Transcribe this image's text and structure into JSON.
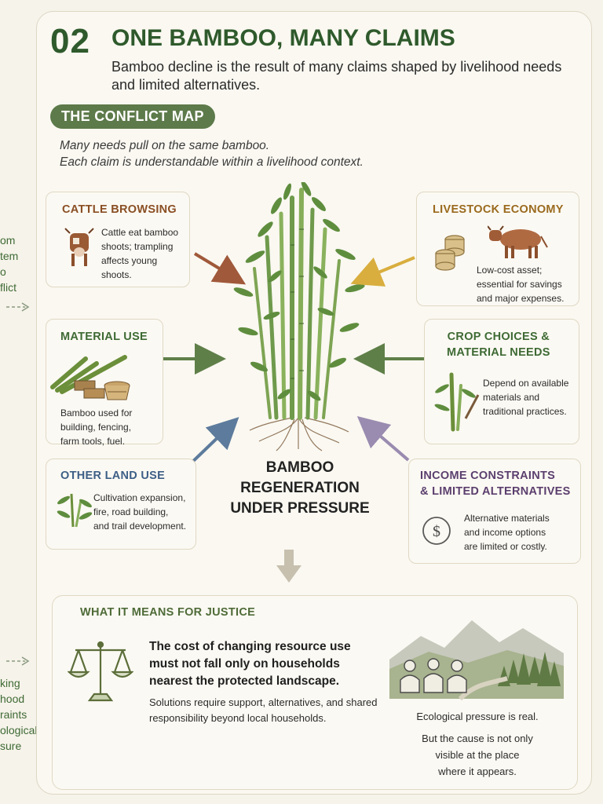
{
  "header": {
    "number": "02",
    "title": "ONE BAMBOO, MANY CLAIMS",
    "subtitle": "Bamboo decline is the result of many claims shaped by livelihood needs and limited alternatives."
  },
  "conflict_map": {
    "pill": "THE CONFLICT MAP",
    "intro_1": "Many needs pull on the same bamboo.",
    "intro_2": "Each claim is understandable within a livelihood context."
  },
  "center": {
    "line1": "BAMBOO",
    "line2": "REGENERATION",
    "line3": "UNDER PRESSURE"
  },
  "boxes": {
    "cattle": {
      "title": "CATTLE BROWSING",
      "text_1": "Cattle eat bamboo",
      "text_2": "shoots; trampling",
      "text_3": "affects young shoots."
    },
    "livestock": {
      "title": "LIVESTOCK ECONOMY",
      "text_1": "Low-cost asset;",
      "text_2": "essential for savings",
      "text_3": "and major expenses."
    },
    "material": {
      "title": "MATERIAL USE",
      "text_1": "Bamboo used for",
      "text_2": "building, fencing,",
      "text_3": "farm tools, fuel."
    },
    "crop": {
      "title_1": "CROP CHOICES &",
      "title_2": "MATERIAL NEEDS",
      "text_1": "Depend on available",
      "text_2": "materials and",
      "text_3": "traditional practices."
    },
    "landuse": {
      "title": "OTHER LAND USE",
      "text_1": "Cultivation expansion,",
      "text_2": "fire, road building,",
      "text_3": "and trail development."
    },
    "income": {
      "title_1": "INCOME CONSTRAINTS",
      "title_2": "& LIMITED ALTERNATIVES",
      "text_1": "Alternative materials",
      "text_2": "and income options",
      "text_3": "are limited or costly."
    }
  },
  "left_edge": {
    "top": [
      "om",
      "tem",
      "o",
      "flict"
    ],
    "bottom": [
      "king",
      "hood",
      "raints",
      "ological",
      "sure"
    ]
  },
  "justice": {
    "title": "WHAT IT MEANS FOR JUSTICE",
    "lead": "The cost of changing resource use must not fall only on households nearest the protected landscape.",
    "body": "Solutions require support, alternatives, and shared responsibility beyond local households.",
    "eco_1": "Ecological pressure is real.",
    "eco_2": "But the cause is not only",
    "eco_3": "visible at the place",
    "eco_4": "where it appears."
  },
  "colors": {
    "green_dark": "#2f5a2c",
    "pill_green": "#5d7a4a",
    "brown": "#8a4f24",
    "gold": "#9a6a1e",
    "blue": "#3d5f86",
    "purple": "#5b3f6e",
    "arrow_green": "#5f7f48",
    "arrow_gold": "#d9ae3e",
    "arrow_brown": "#a0593a",
    "arrow_blue": "#5d7b9c",
    "arrow_purple": "#9a8bb0"
  },
  "icons": [
    "cow-icon",
    "coins-icon",
    "bamboo-bundle-icon",
    "basket-icon",
    "bamboo-plant-icon",
    "sprout-icon",
    "dollar-icon",
    "scales-icon",
    "landscape-icon",
    "people-icon",
    "down-arrow-icon"
  ]
}
